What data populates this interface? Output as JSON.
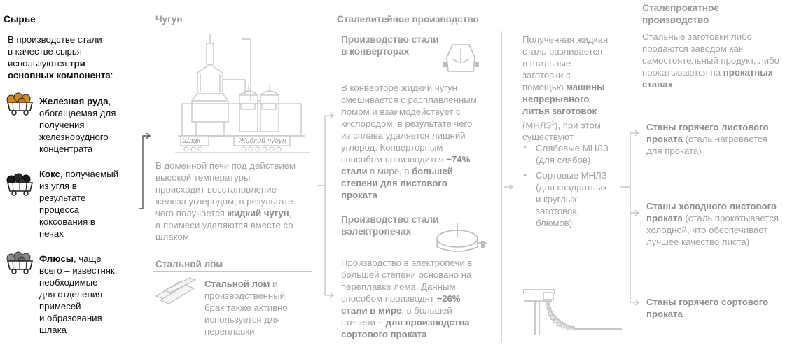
{
  "columns": {
    "raw": {
      "title": "Сырье",
      "intro": {
        "t1": "В производстве стали",
        "t2": "в качестве сырья",
        "t3": "используются ",
        "b1": "три",
        "b2": "основных компонента",
        "t4": ":"
      },
      "ore": {
        "b": "Железная руда",
        "l1": ", ",
        "l2": "обогащаемая для",
        "l3": "получения",
        "l4": "железнорудного",
        "l5": "концентрата"
      },
      "coke": {
        "b": "Кокс",
        "l1": ", получаемый",
        "l2": "из угля в",
        "l3": "результате",
        "l4": "процесса",
        "l5": "коксования в",
        "l6": "печах"
      },
      "flux": {
        "b": "Флюсы",
        "l1": ", чаще",
        "l2": "всего – известняк,",
        "l3": "необходимые",
        "l4": "для отделения",
        "l5": "примесей",
        "l6": "и образования",
        "l7": "шлака"
      }
    },
    "iron": {
      "title": "Чугун",
      "furnace_labels": {
        "slag": "Шлак",
        "hot_metal": "Жидкий чугун"
      },
      "text": {
        "l1": "В доменной печи под действием",
        "l2": "высокой температуры",
        "l3": "происходит восстановление",
        "l4": "железа углеродом, в результате",
        "l5a": "чего получается ",
        "l5b": "жидкий чугун",
        "l5c": ",",
        "l6": "а примеси удаляются вместе со",
        "l7": "шлаком"
      },
      "scrap_title": "Стальной лом",
      "scrap": {
        "b": "Стальной лом",
        "l1": " и",
        "l2": "производственный",
        "l3": "брак также активно",
        "l4": "используется для",
        "l5": "переплавки"
      }
    },
    "steel": {
      "title": "Сталелитейное производство",
      "converter_title": {
        "l1": "Производство стали",
        "l2": "в конверторах"
      },
      "converter": {
        "l1": "В конверторе жидкий чугун",
        "l2": "смешивается с расплавленным",
        "l3": "ломом и взаимодействует с",
        "l4": "кислородом, в результате чего",
        "l5": "из сплава удаляется лишний",
        "l6": "углерод. Конверторным",
        "l7a": "способом производится ",
        "l7b": "~74%",
        "l8a": "стали",
        "l8b": " в мире, в ",
        "l8c": "большей",
        "l9": "степени для листового",
        "l10": "проката"
      },
      "eaf_title": {
        "l1": "Производство стали",
        "l2": "вэлектропечах"
      },
      "eaf": {
        "l1": "Производство в электропечи в",
        "l2": "большей степени основано на",
        "l3": "переплавке лома. Данным",
        "l4a": "способом производят ",
        "l4b": "~26%",
        "l5a": "стали в мире",
        "l5b": ", в большей",
        "l6a": "степени ",
        "l6b": "– для производства",
        "l7": "сортового проката"
      },
      "casting": {
        "l1": "Полученная жидкая",
        "l2": "сталь разливается",
        "l3": "в стальные",
        "l4": "заготовки с",
        "l5a": "помощью ",
        "l5b": "машины",
        "l6": "непрерывного",
        "l7": "литья заготовок",
        "l8": "(МНЛЗ",
        "l8sup": "1",
        "l8b": "), при этом",
        "l9": "существуют"
      },
      "bullets": [
        {
          "l1": "Слябовые МНЛЗ",
          "l2": "(для слябов)"
        },
        {
          "l1": "Сортовые МНЛЗ",
          "l2": "(для квадратных",
          "l3": "и круглых",
          "l4": "заготовок,",
          "l5": "блюмов)"
        }
      ]
    },
    "rolling": {
      "title_l1": "Сталепрокатное",
      "title_l2": "производство",
      "intro": {
        "l1": "Стальные заготовки либо",
        "l2": "продаются заводом как",
        "l3": "самостоятельный продукт, либо",
        "l4": "прокатываются на ",
        "l4b": "прокатных",
        "l5": "станах"
      },
      "mills": [
        {
          "b1": "Станы горячего листового",
          "b2": "проката",
          "t1": " (сталь нагревается",
          "t2": "для проката)"
        },
        {
          "b1": "Станы холодного листового",
          "b2": "проката",
          "t1": " (сталь прокатывается",
          "t2": "холодной, что обеспечивает",
          "t3": "лучшее качество листа)"
        },
        {
          "b1": "Станы горячего сортового",
          "b2": "проката"
        }
      ]
    }
  },
  "colors": {
    "dark": "#111111",
    "grey_text": "#a2a2a2",
    "rule": "#c6c6c6",
    "ore": "#d4891c",
    "coke": "#1a1a1a",
    "flux": "#7a7a7a"
  }
}
